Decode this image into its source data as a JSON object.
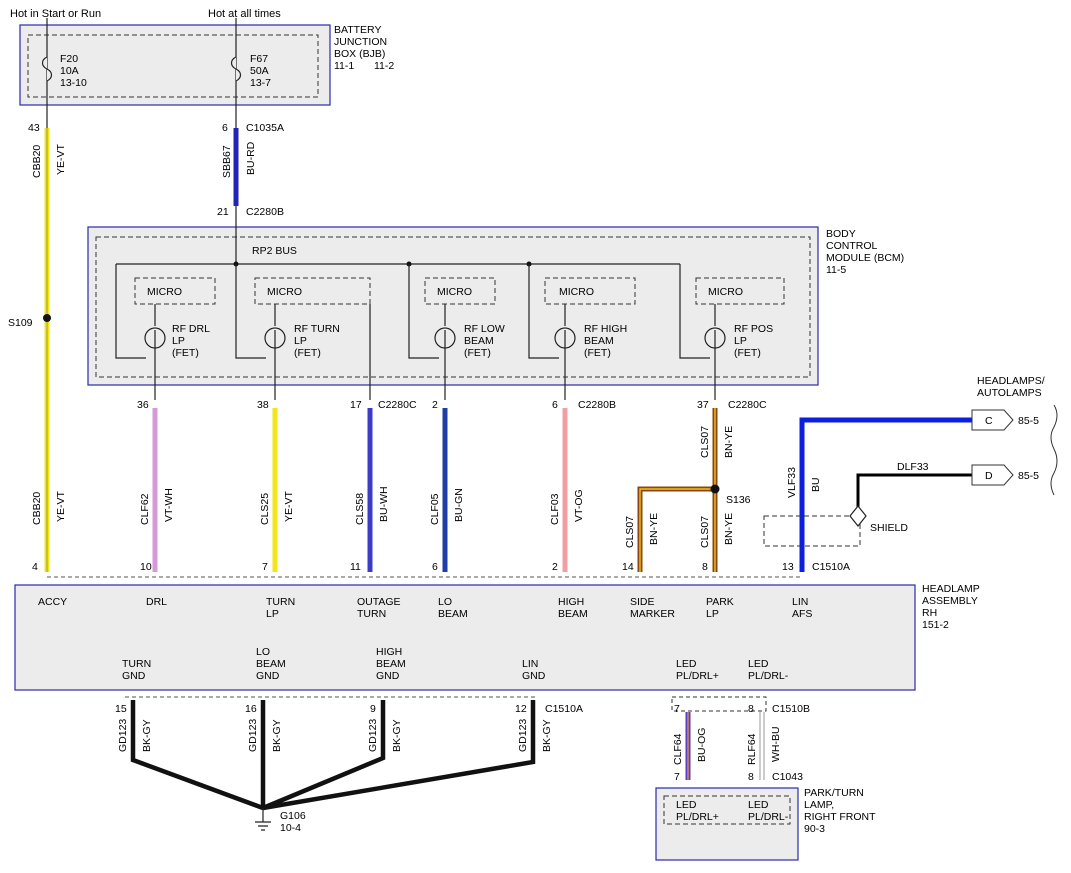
{
  "top_labels": {
    "left": "Hot in Start or Run",
    "right": "Hot at all times"
  },
  "bjb": {
    "title": [
      "BATTERY",
      "JUNCTION",
      "BOX (BJB)"
    ],
    "refs": [
      "11-1",
      "11-2"
    ],
    "fuses": [
      {
        "name": "F20",
        "rating": "10A",
        "ref": "13-10"
      },
      {
        "name": "F67",
        "rating": "50A",
        "ref": "13-7"
      }
    ]
  },
  "bcm": {
    "title": [
      "BODY",
      "CONTROL",
      "MODULE (BCM)",
      "11-5"
    ],
    "bus": "RP2 BUS",
    "micros": [
      "MICRO",
      "MICRO",
      "MICRO",
      "MICRO",
      "MICRO"
    ],
    "outputs": [
      [
        "RF DRL",
        "LP",
        "(FET)"
      ],
      [
        "RF TURN",
        "LP",
        "(FET)"
      ],
      [
        "RF LOW",
        "BEAM",
        "(FET)"
      ],
      [
        "RF HIGH",
        "BEAM",
        "(FET)"
      ],
      [
        "RF POS",
        "LP",
        "(FET)"
      ]
    ]
  },
  "headlamp": {
    "title": [
      "HEADLAMP",
      "ASSEMBLY",
      "RH",
      "151-2"
    ],
    "top_pins": [
      [
        "ACCY"
      ],
      [
        "DRL"
      ],
      [
        "TURN",
        "LP"
      ],
      [
        "OUTAGE",
        "TURN"
      ],
      [
        "LO",
        "BEAM"
      ],
      [
        "HIGH",
        "BEAM"
      ],
      [
        "SIDE",
        "MARKER"
      ],
      [
        "PARK",
        "LP"
      ],
      [
        "LIN",
        "AFS"
      ]
    ],
    "bottom_pins": [
      [
        "TURN",
        "GND"
      ],
      [
        "LO",
        "BEAM",
        "GND"
      ],
      [
        "HIGH",
        "BEAM",
        "GND"
      ],
      [
        "LIN",
        "GND"
      ],
      [
        "LED",
        "PL/DRL+"
      ],
      [
        "LED",
        "PL/DRL-"
      ]
    ]
  },
  "park_turn_lamp": {
    "title": [
      "PARK/TURN",
      "LAMP,",
      "RIGHT FRONT",
      "90-3"
    ],
    "pins": [
      [
        "LED",
        "PL/DRL+"
      ],
      [
        "LED",
        "PL/DRL-"
      ]
    ]
  },
  "connectors": {
    "c1035a": "C1035A",
    "c2280b_top": "C2280B",
    "c2280c_a": "C2280C",
    "c2280b_b": "C2280B",
    "c2280c_b": "C2280C",
    "c1510a_top": "C1510A",
    "c1510a_bot": "C1510A",
    "c1510b": "C1510B",
    "c1043": "C1043"
  },
  "splices": {
    "s109": "S109",
    "s136": "S136"
  },
  "ground": {
    "name": "G106",
    "ref": "10-4"
  },
  "shield": "SHIELD",
  "headlamps_autolamps": [
    "HEADLAMPS/",
    "AUTOLAMPS"
  ],
  "offpage": [
    {
      "letter": "C",
      "ref": "85-5"
    },
    {
      "letter": "D",
      "ref": "85-5"
    }
  ],
  "wires": [
    {
      "circuit": "CBB20",
      "color": "YE-VT",
      "hex": "#f2e619"
    },
    {
      "circuit": "SBB67",
      "color": "BU-RD",
      "hex": "#2323b4"
    },
    {
      "circuit": "CBB20",
      "color": "YE-VT",
      "hex": "#f2e619"
    },
    {
      "circuit": "CLF62",
      "color": "VT-WH",
      "hex": "#d59ad8"
    },
    {
      "circuit": "CLS25",
      "color": "YE-VT",
      "hex": "#f2e619"
    },
    {
      "circuit": "CLS58",
      "color": "BU-WH",
      "hex": "#3c3cc8"
    },
    {
      "circuit": "CLF05",
      "color": "BU-GN",
      "hex": "#1f3fa8"
    },
    {
      "circuit": "CLF03",
      "color": "VT-OG",
      "hex": "#f0a0a0"
    },
    {
      "circuit": "CLS07",
      "color": "BN-YE",
      "hex": "#8b4513"
    },
    {
      "circuit": "CLS07",
      "color": "BN-YE",
      "hex": "#8b4513"
    },
    {
      "circuit": "CLS07",
      "color": "BN-YE",
      "hex": "#8b4513"
    },
    {
      "circuit": "VLF33",
      "color": "BU",
      "hex": "#0a1fe0"
    },
    {
      "circuit": "DLF33",
      "color": "",
      "hex": "#000000"
    },
    {
      "circuit": "GD123",
      "color": "BK-GY",
      "hex": "#111111"
    },
    {
      "circuit": "GD123",
      "color": "BK-GY",
      "hex": "#111111"
    },
    {
      "circuit": "GD123",
      "color": "BK-GY",
      "hex": "#111111"
    },
    {
      "circuit": "GD123",
      "color": "BK-GY",
      "hex": "#111111"
    },
    {
      "circuit": "CLF64",
      "color": "BU-OG",
      "hex": "#5a3dc0"
    },
    {
      "circuit": "RLF64",
      "color": "WH-BU",
      "hex": "#dcdcdc"
    }
  ],
  "pins": {
    "p43": "43",
    "p6a": "6",
    "p21": "21",
    "p36": "36",
    "p38": "38",
    "p17": "17",
    "p2a": "2",
    "p6b": "6",
    "p37": "37",
    "p4": "4",
    "p10": "10",
    "p7a": "7",
    "p11": "11",
    "p6c": "6",
    "p2b": "2",
    "p14": "14",
    "p8a": "8",
    "p13": "13",
    "p15": "15",
    "p16": "16",
    "p9": "9",
    "p12": "12",
    "p7b": "7",
    "p8b": "8",
    "p7c": "7",
    "p8c": "8"
  }
}
